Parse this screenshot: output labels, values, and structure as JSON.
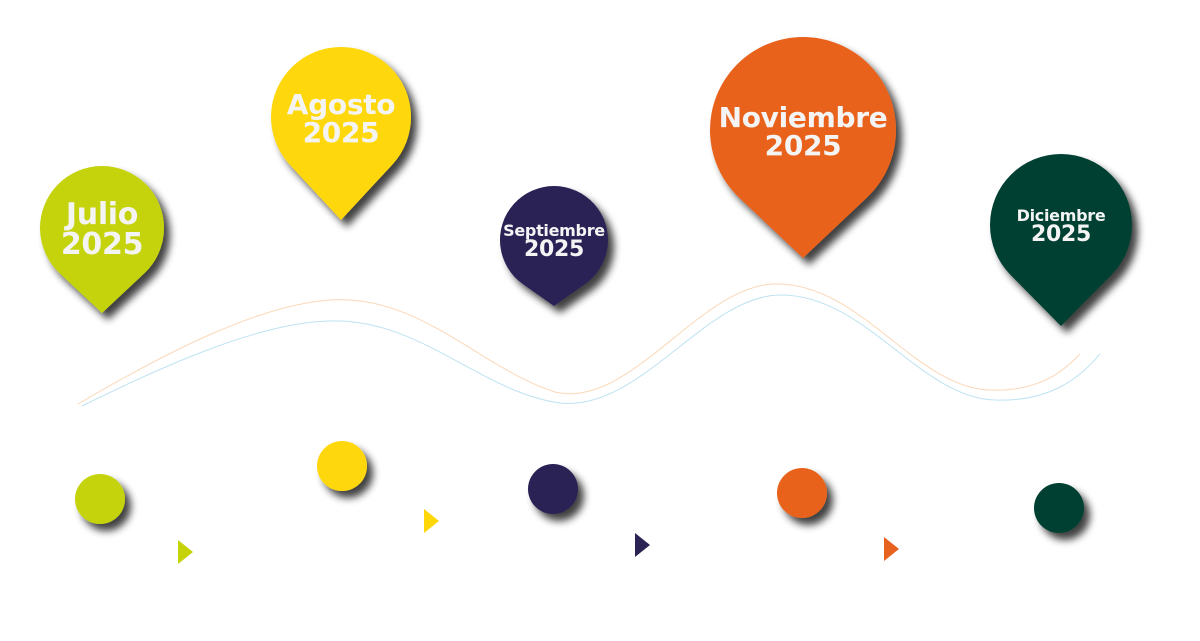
{
  "timeline": {
    "milestones": [
      {
        "month": "Julio",
        "year": "2025",
        "color": "#c5d30a"
      },
      {
        "month": "Agosto",
        "year": "2025",
        "color": "#ffd708"
      },
      {
        "month": "Septiembre",
        "year": "2025",
        "color": "#2a2354"
      },
      {
        "month": "Noviembre",
        "year": "2025",
        "color": "#e8621f"
      },
      {
        "month": "Diciembre",
        "year": "2025",
        "color": "#003f33"
      }
    ],
    "wave_colors": {
      "upper": "#fbd8b8",
      "lower": "#bfe3f2"
    },
    "icons": {
      "pin": "map-pin-icon",
      "dot": "circle-icon",
      "arrow": "play-triangle-icon"
    }
  }
}
